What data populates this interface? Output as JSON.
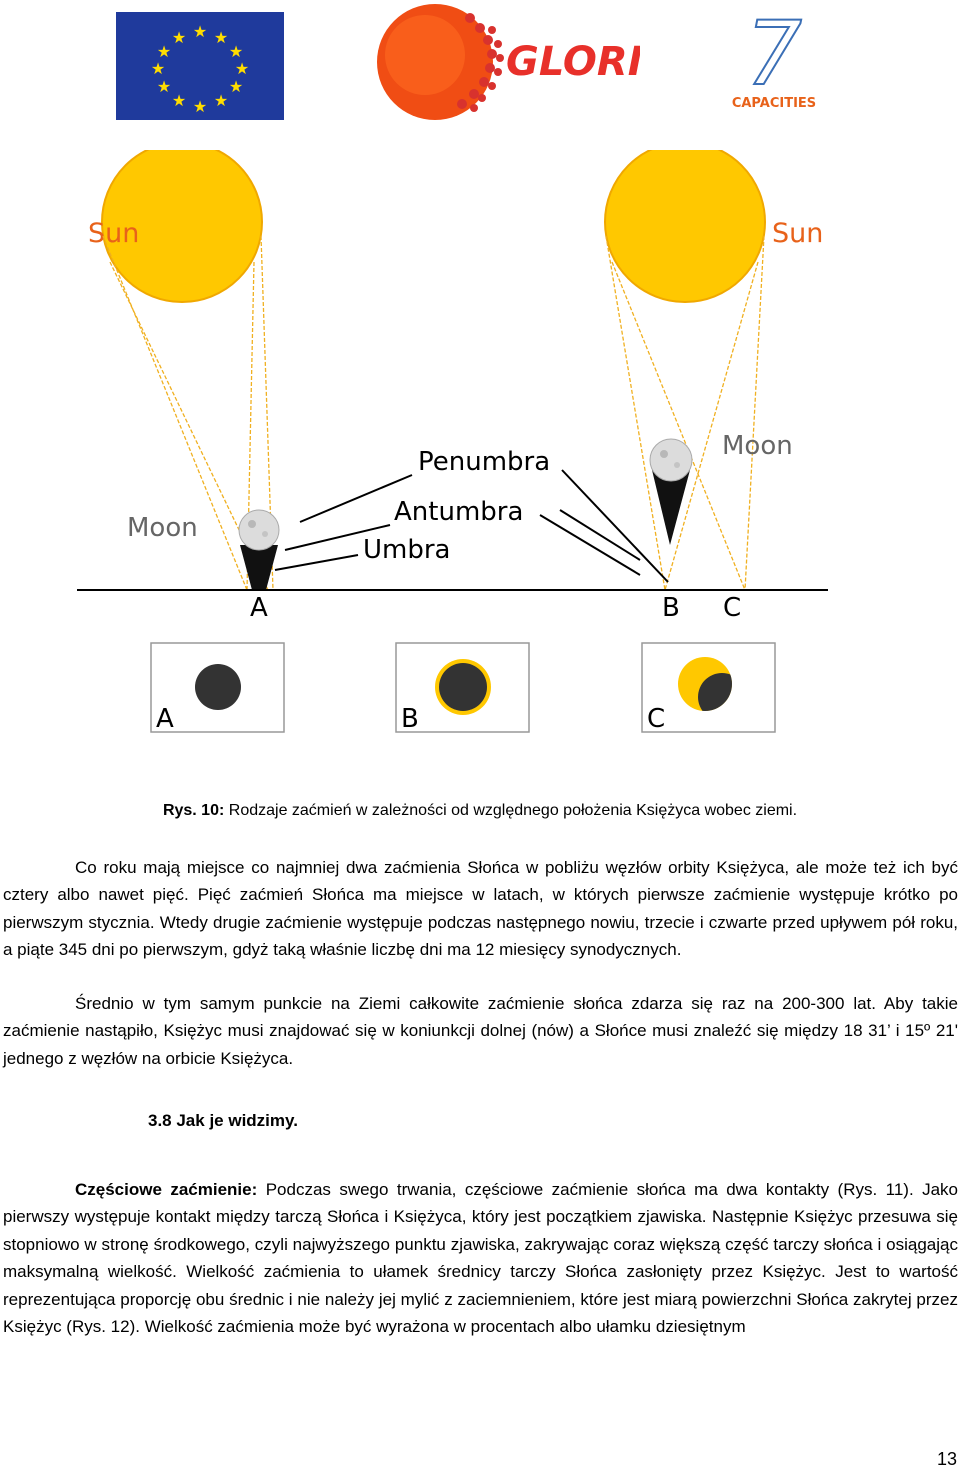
{
  "header": {
    "gloria_logo_text": "GLORIA",
    "fp7_logo_text": "CAPACITIES",
    "fp7_numeral": "7"
  },
  "diagram": {
    "sun_left_label": "Sun",
    "sun_right_label": "Sun",
    "moon_left_label": "Moon",
    "moon_right_label": "Moon",
    "penumbra_label": "Penumbra",
    "antumbra_label": "Antumbra",
    "umbra_label": "Umbra",
    "point_a": "A",
    "point_b": "B",
    "point_c": "C",
    "panels": [
      {
        "label": "A"
      },
      {
        "label": "B"
      },
      {
        "label": "C"
      }
    ],
    "colors": {
      "sun": "#ffc800",
      "sun_rim": "#f39c12",
      "moon_disc": "#333333",
      "sun_label": "#e8621a"
    }
  },
  "caption": {
    "prefix": "Rys. 10:",
    "text": " Rodzaje zaćmień w zależności od względnego położenia Księżyca wobec ziemi."
  },
  "paragraphs": {
    "p1": "Co roku mają miejsce co najmniej dwa zaćmienia Słońca w pobliżu węzłów orbity Księżyca, ale może też ich być cztery albo nawet pięć. Pięć zaćmień Słońca ma miejsce w latach, w których pierwsze zaćmienie występuje krótko po pierwszym stycznia. Wtedy drugie zaćmienie występuje podczas następnego nowiu, trzecie i czwarte przed upływem pół roku, a piąte 345 dni po pierwszym, gdyż taką właśnie liczbę dni ma 12 miesięcy synodycznych.",
    "p2": "Średnio w tym samym punkcie na Ziemi całkowite zaćmienie słońca zdarza się raz na 200-300 lat. Aby takie zaćmienie nastąpiło, Księżyc musi znajdować się w koniunkcji dolnej (nów) a Słońce musi znaleźć się między 18  31’ i 15º 21' jednego z węzłów na orbicie Księżyca.",
    "p3_bold": "Częściowe zaćmienie:",
    "p3": " Podczas swego trwania, częściowe zaćmienie słońca ma dwa kontakty (Rys. 11). Jako pierwszy występuje kontakt między tarczą Słońca i Księżyca, który jest początkiem zjawiska. Następnie Księżyc przesuwa się stopniowo w stronę środkowego, czyli najwyższego punktu zjawiska, zakrywając coraz większą część tarczy słońca i osiągając maksymalną wielkość. Wielkość zaćmienia to ułamek średnicy tarczy Słońca zasłonięty przez Księżyc. Jest to wartość reprezentująca proporcję obu średnic i nie należy jej mylić z zaciemnieniem, które jest miarą powierzchni Słońca zakrytej przez Księżyc (Rys. 12). Wielkość zaćmienia może być wyrażona w procentach albo ułamku dziesiętnym"
  },
  "section_heading": "3.8 Jak je widzimy.",
  "page_number": "13"
}
